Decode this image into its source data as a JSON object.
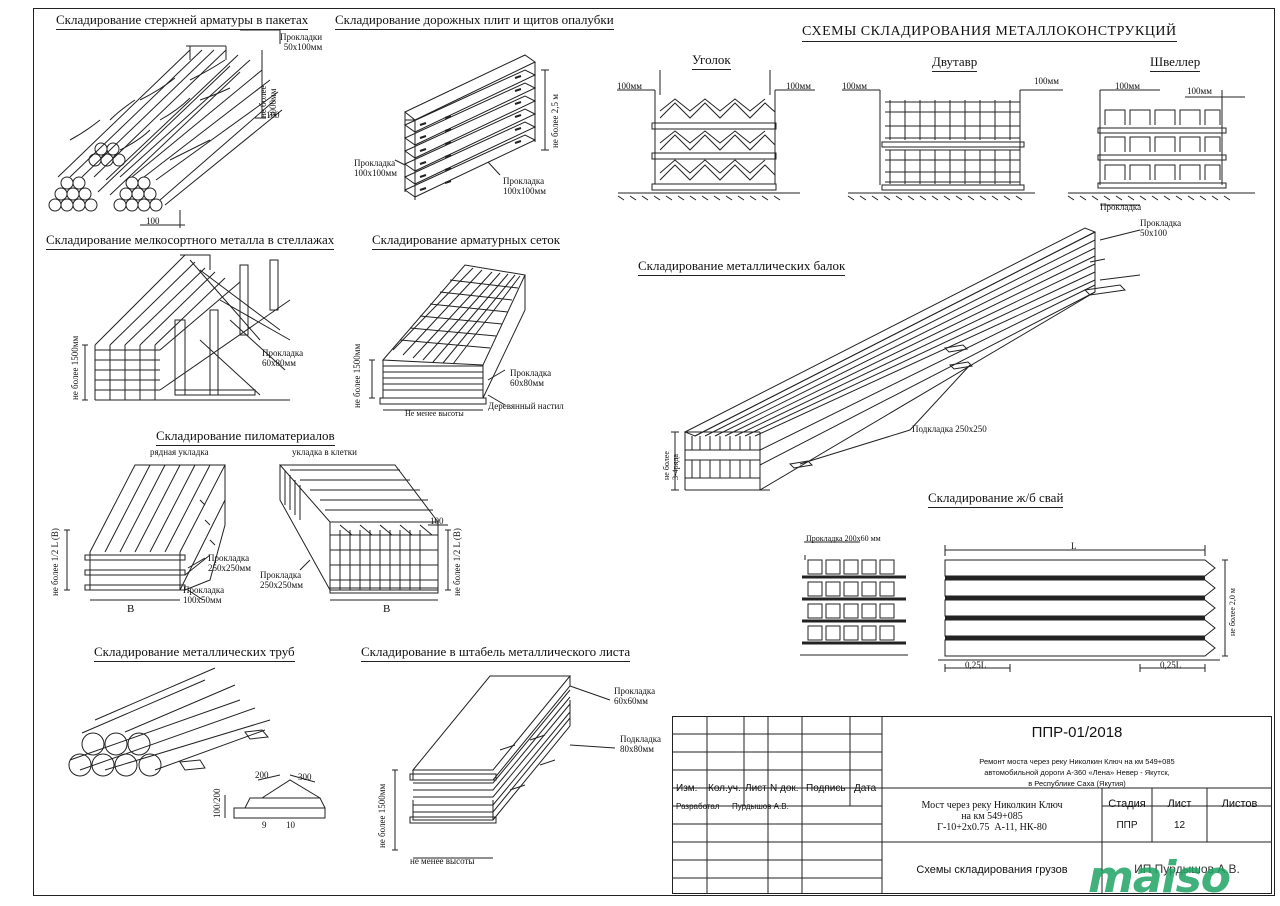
{
  "captions": {
    "rebar": "Складирование стержней арматуры в пакетах",
    "road_slabs": "Складирование дорожных плит и щитов опалубки",
    "metal_schemes": "СХЕМЫ СКЛАДИРОВАНИЯ МЕТАЛЛОКОНСТРУКЦИЙ",
    "angle": "Уголок",
    "ibeam": "Двутавр",
    "channel": "Швеллер",
    "small_metal": "Складирование мелкосортного металла в стеллажах",
    "mesh": "Складирование арматурных сеток",
    "beams": "Складирование металлических балок",
    "lumber": "Складирование пиломатериалов",
    "row_laying": "рядная укладка",
    "cage_laying": "укладка в клетки",
    "piles": "Складирование ж/б свай",
    "pipes": "Складирование металлических труб",
    "sheet_stack": "Складирование в штабель металлического листа"
  },
  "labels": {
    "prokladki_50x100": "Прокладки\n50x100мм",
    "ne_bolee_3000": "не более\n3000мм",
    "dim_100": "100",
    "ne_bolee_2_5m": "не более 2,5 м",
    "prokladka_100x100_a": "Прокладка\n100x100мм",
    "prokladka_100x100_b": "Прокладка\n100x100мм",
    "dim_100mm": "100мм",
    "prokladka": "Прокладка",
    "prokladka_50x100": "Прокладка\n50x100",
    "ne_bolee_1500": "не более 1500мм",
    "prokladka_60x80_a": "Прокладка\n60x80мм",
    "prokladka_60x80_b": "Прокладка\n60x80мм",
    "ne_menee_vysoty": "Не менее высоты",
    "derevyanny_nastil": "Деревянный настил",
    "podkladka_250x250": "Подкладка 250x250",
    "beam_height": "не более\n3-4ряда",
    "ne_bolee_half_L": "не более 1/2 L (В)",
    "prokladka_250x250": "Прокладка\n250x250мм",
    "prokladka_100x50": "Прокладка\n100x50мм",
    "dim_B": "В",
    "dim_L": "L",
    "dim_025L": "0,25L",
    "ne_bolee_2m": "не более 2,0 м",
    "prokladka_200x60": "Прокладка 200x60 мм",
    "dim_200": "200",
    "dim_300": "300",
    "dim_9": "9",
    "dim_10": "10",
    "dim_100_200": "100/200",
    "prokladka_60x60": "Прокладка\n60x60мм",
    "podkladka_80x80": "Подкладка\n80x80мм",
    "ne_menee_vysoty2": "не менее высоты"
  },
  "stamp": {
    "code": "ППР-01/2018",
    "project": "Ремонт моста через реку Николкин Ключ на км 549+085\nавтомобильной дороги А-360 «Лена» Невер - Якутск,\nв Республике Саха (Якутия)",
    "columns": [
      "Изм.",
      "Кол.уч.",
      "Лист",
      "N док.",
      "Подпись",
      "Дата"
    ],
    "developed_label": "Разработал",
    "developer": "Пурдышов А.В.",
    "object": "Мост через реку Николкин Ключ\nна км 549+085\nГ-10+2x0.75  А-11, НК-80",
    "stage_label": "Стадия",
    "sheet_label": "Лист",
    "sheets_label": "Листов",
    "stage": "ППР",
    "sheet": "12",
    "title": "Схемы складирования грузов",
    "org": "ИП Пурдышов А.В."
  },
  "watermark": "maiso"
}
